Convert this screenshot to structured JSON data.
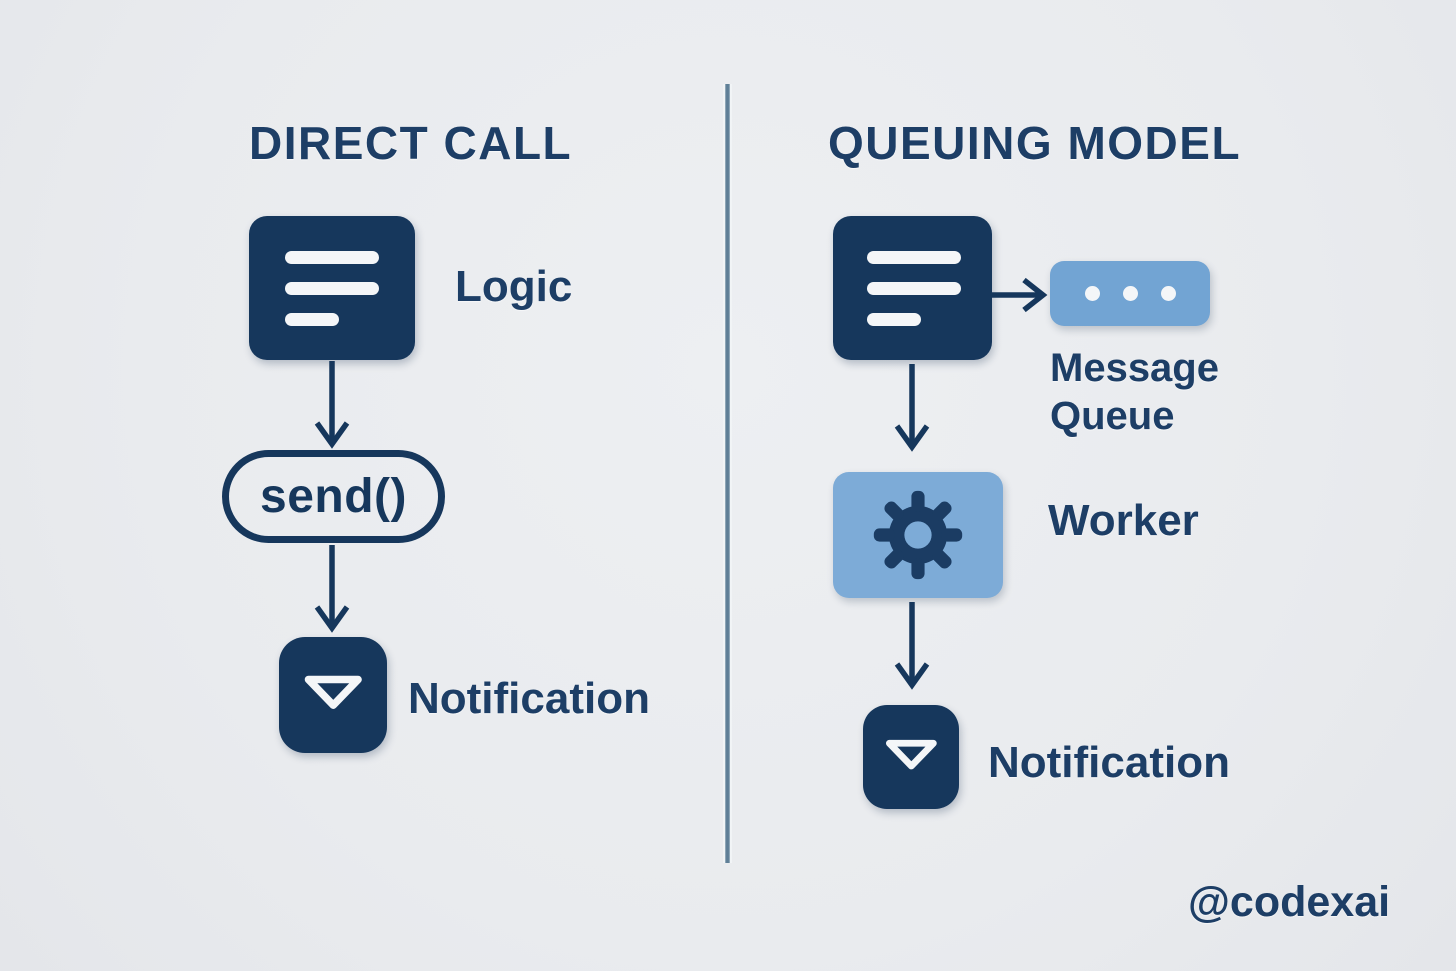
{
  "diagram": {
    "left": {
      "title": "DIRECT CALL",
      "nodes": [
        {
          "id": "logic",
          "label": "Logic",
          "icon": "text-lines-icon",
          "style": "navy-box"
        },
        {
          "id": "send",
          "label": "send()",
          "icon": "none",
          "style": "outlined-pill"
        },
        {
          "id": "notification",
          "label": "Notification",
          "icon": "envelope-icon",
          "style": "navy-box"
        }
      ],
      "edges": [
        {
          "from": "logic",
          "to": "send",
          "direction": "down"
        },
        {
          "from": "send",
          "to": "notification",
          "direction": "down"
        }
      ]
    },
    "right": {
      "title": "QUEUING MODEL",
      "nodes": [
        {
          "id": "logic",
          "label": "",
          "icon": "text-lines-icon",
          "style": "navy-box"
        },
        {
          "id": "message-queue",
          "label": "Message Queue",
          "icon": "ellipsis-icon",
          "style": "blue-box"
        },
        {
          "id": "worker",
          "label": "Worker",
          "icon": "gear-icon",
          "style": "blue-box"
        },
        {
          "id": "notification",
          "label": "Notification",
          "icon": "envelope-icon",
          "style": "navy-box"
        }
      ],
      "edges": [
        {
          "from": "logic",
          "to": "message-queue",
          "direction": "right"
        },
        {
          "from": "logic",
          "to": "worker",
          "direction": "down"
        },
        {
          "from": "worker",
          "to": "notification",
          "direction": "down"
        }
      ]
    }
  },
  "watermark": "@codexai",
  "colors": {
    "bg": "#e9ebee",
    "navy": "#16375c",
    "text_navy": "#1d3e66",
    "queue_blue": "#72a4d3",
    "worker_blue": "#7dabd7",
    "divider": "#66869e",
    "icon_white": "#f4f6f8"
  }
}
